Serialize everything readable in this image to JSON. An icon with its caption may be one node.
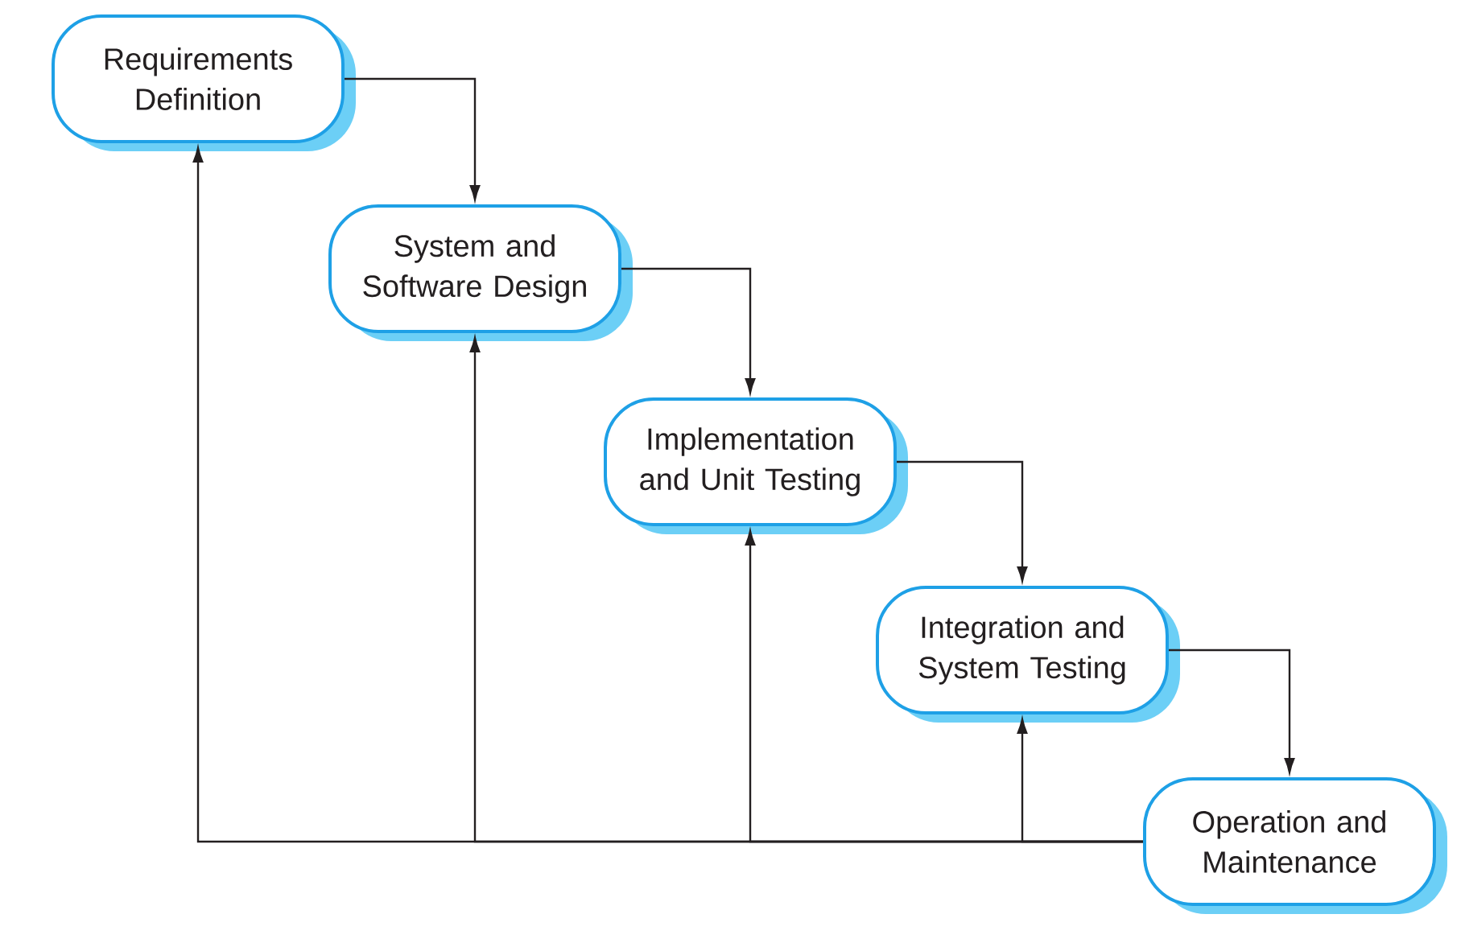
{
  "diagram": {
    "nodes": [
      {
        "text": [
          "Requirements Definition"
        ]
      },
      {
        "text": [
          "System and Software Design"
        ]
      },
      {
        "text": [
          "Implementation and Unit Testing"
        ]
      },
      {
        "text": [
          "Integration and System Testing"
        ]
      },
      {
        "text": [
          "Operation and Maintenance"
        ]
      }
    ],
    "edges": [
      {
        "from": 0,
        "to": 1,
        "arrow": "to"
      },
      {
        "from": 1,
        "to": 2,
        "arrow": "to"
      },
      {
        "from": 2,
        "to": 3,
        "arrow": "to"
      },
      {
        "from": 3,
        "to": 4,
        "arrow": "to"
      },
      {
        "from": 4,
        "to": 3,
        "arrow": "to"
      },
      {
        "from": 4,
        "to": 2,
        "arrow": "to"
      },
      {
        "from": 4,
        "to": 1,
        "arrow": "to"
      },
      {
        "from": 4,
        "to": 0,
        "arrow": "to"
      }
    ]
  }
}
